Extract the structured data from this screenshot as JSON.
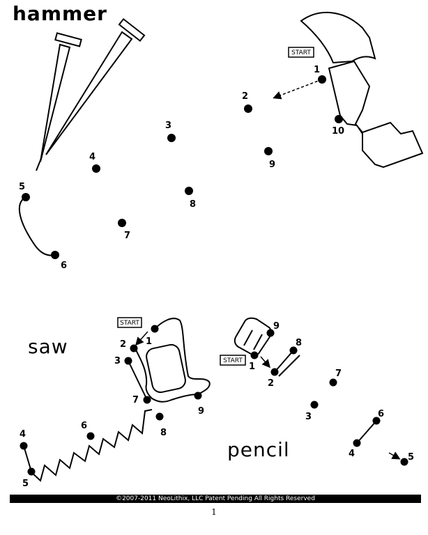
{
  "titles": {
    "hammer": "hammer",
    "saw": "saw",
    "pencil": "pencil"
  },
  "start_label": "START",
  "footer": "©2007-2011  NeoLithix, LLC  Patent Pending  All Rights Reserved",
  "page_number": "1",
  "hammer_dots": [
    "1",
    "2",
    "3",
    "4",
    "5",
    "6",
    "7",
    "8",
    "9",
    "10"
  ],
  "saw_dots": [
    "1",
    "2",
    "3",
    "4",
    "5",
    "6",
    "7",
    "8",
    "9"
  ],
  "pencil_dots": [
    "1",
    "2",
    "3",
    "4",
    "5",
    "6",
    "7",
    "8",
    "9"
  ]
}
